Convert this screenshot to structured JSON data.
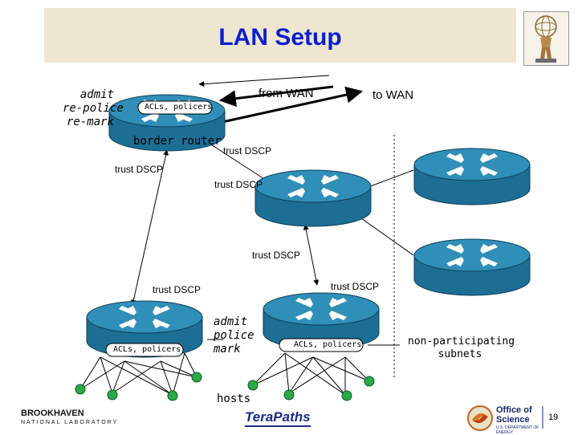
{
  "title": "LAN Setup",
  "labels": {
    "from_wan": "from WAN",
    "to_wan": "to WAN",
    "border_router": "border router",
    "admit_border": [
      "admit",
      "re-police",
      "re-mark"
    ],
    "acls_policers": "ACLs, policers",
    "trust_dscp": "trust DSCP",
    "admit_edge": [
      "admit",
      "police",
      "mark"
    ],
    "non_participating": [
      "non-participating",
      "subnets"
    ],
    "hosts": "hosts"
  },
  "footer": {
    "bnl_name": "BROOKHAVEN",
    "bnl_sub": "NATIONAL LABORATORY",
    "terapaths": "TeraPaths",
    "office_line1": "Office of",
    "office_line2": "Science",
    "office_sub": "U.S. DEPARTMENT OF ENERGY",
    "page_number": "19"
  },
  "colors": {
    "title": "#0a1fd1",
    "title_bar": "#efe6d2",
    "router_top": "#2f8fb8",
    "router_side": "#1c6e94",
    "host": "#2aa84a"
  }
}
